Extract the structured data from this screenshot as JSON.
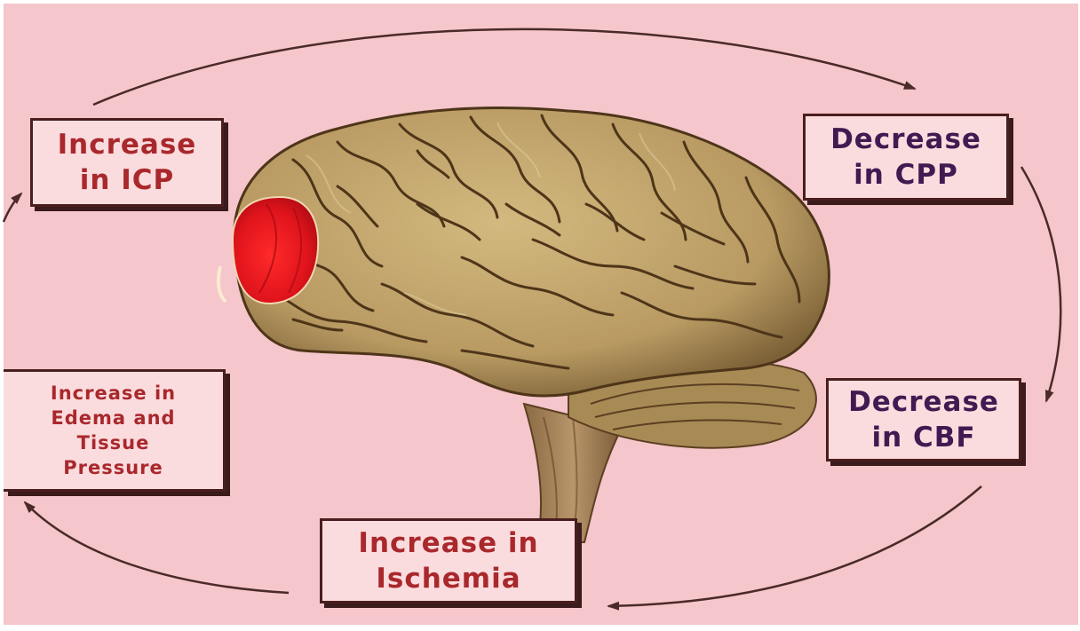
{
  "diagram": {
    "nodes": {
      "icp": {
        "label": "Increase\nin ICP"
      },
      "cpp": {
        "label": "Decrease\nin CPP"
      },
      "cbf": {
        "label": "Decrease\nin CBF"
      },
      "ischemia": {
        "label": "Increase in\nIschemia"
      },
      "edema": {
        "label": "Increase in\nEdema and\nTissue\nPressure"
      }
    },
    "edges": [
      {
        "from": "icp",
        "to": "cpp"
      },
      {
        "from": "cpp",
        "to": "cbf"
      },
      {
        "from": "cbf",
        "to": "ischemia"
      },
      {
        "from": "ischemia",
        "to": "edema"
      },
      {
        "from": "edema",
        "to": "icp"
      }
    ],
    "colors": {
      "background": "#f5c6cb",
      "box_fill": "#fbdcde",
      "box_border": "#4a1e1e",
      "icp_text": "#a9282c",
      "cpp_text": "#3f1b52",
      "cbf_text": "#3f1b52",
      "ischemia_text": "#a9282c",
      "edema_text": "#a9282c",
      "lesion": "#e0141c",
      "brain": "#b89a62"
    },
    "image": {
      "subject": "brain-sagittal-view"
    }
  }
}
